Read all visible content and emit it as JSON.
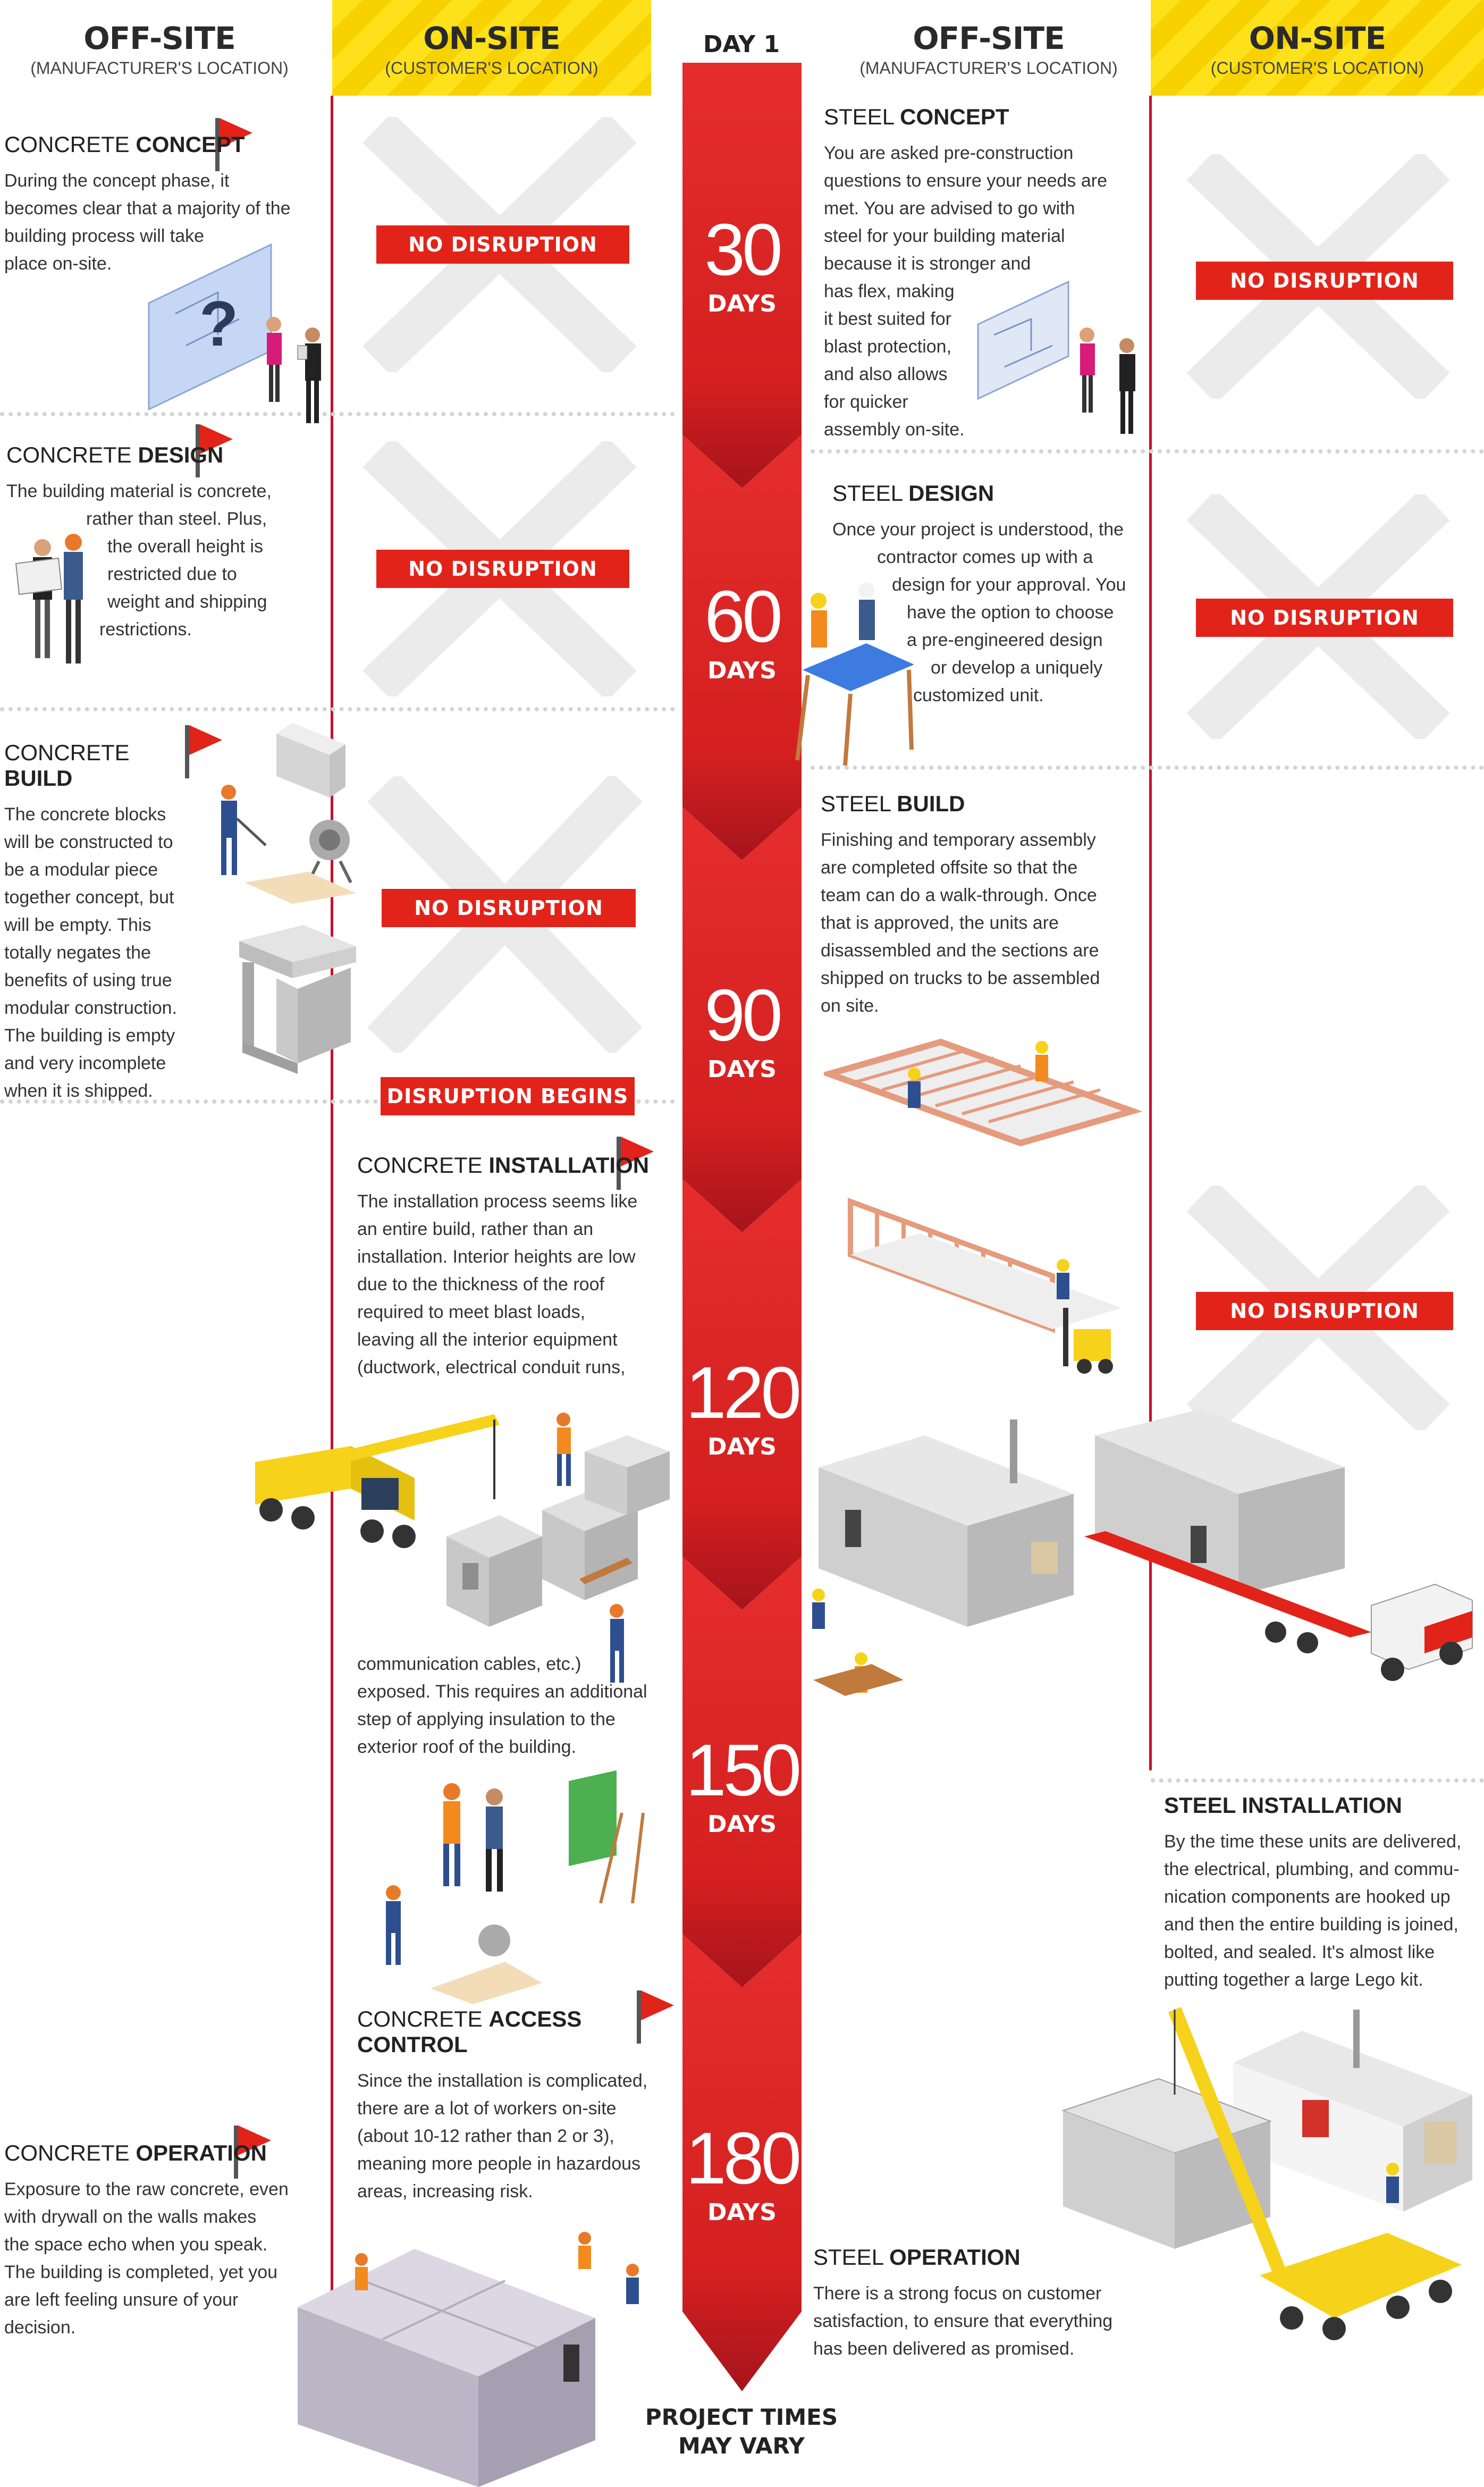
{
  "header": {
    "left_offsite_title": "OFF-SITE",
    "left_offsite_sub": "(MANUFACTURER'S LOCATION)",
    "left_onsite_title": "ON-SITE",
    "left_onsite_sub": "(CUSTOMER'S LOCATION)",
    "day1": "DAY 1",
    "right_offsite_title": "OFF-SITE",
    "right_offsite_sub": "(MANUFACTURER'S LOCATION)",
    "right_onsite_title": "ON-SITE",
    "right_onsite_sub": "(CUSTOMER'S LOCATION)"
  },
  "timeline": [
    {
      "number": "30",
      "unit": "DAYS"
    },
    {
      "number": "60",
      "unit": "DAYS"
    },
    {
      "number": "90",
      "unit": "DAYS"
    },
    {
      "number": "120",
      "unit": "DAYS"
    },
    {
      "number": "150",
      "unit": "DAYS"
    },
    {
      "number": "180",
      "unit": "DAYS"
    }
  ],
  "concrete": {
    "concept": {
      "prefix": "CONCRETE ",
      "bold": "CONCEPT",
      "text": [
        "During the concept phase, it",
        "becomes clear that a majority of the",
        "building process will take",
        "place on-site."
      ]
    },
    "design": {
      "prefix": "CONCRETE ",
      "bold": "DESIGN",
      "text": [
        "The building material is concrete,",
        "rather than steel. Plus,",
        "the overall height is",
        "restricted due to",
        "weight and shipping",
        "restrictions."
      ]
    },
    "build": {
      "prefix": "CONCRETE ",
      "bold": "BUILD",
      "text": [
        "The concrete blocks",
        "will be constructed to",
        "be a modular piece",
        "together concept, but",
        "will be empty. This",
        "totally negates the",
        "benefits of using true",
        "modular construction.",
        "The building is empty",
        "and very incomplete",
        "when it is shipped."
      ]
    },
    "installation": {
      "prefix": "CONCRETE ",
      "bold": "INSTALLATION",
      "text": [
        "The installation process seems like",
        "an entire build, rather than an",
        "installation. Interior heights are low",
        "due to the thickness of the roof",
        "required to meet blast loads,",
        "leaving all the interior equipment",
        "(ductwork, electrical conduit runs,"
      ],
      "text2": [
        "communication cables, etc.)",
        "exposed. This requires an additional",
        "step of applying insulation to the",
        "exterior roof of the building."
      ]
    },
    "access": {
      "prefix": "CONCRETE ",
      "bold": "ACCESS CONTROL",
      "text": [
        "Since the installation is complicated,",
        "there are a lot of workers on-site",
        "(about 10-12 rather than 2 or 3),",
        "meaning more people in hazardous",
        "areas, increasing risk."
      ]
    },
    "operation": {
      "prefix": "CONCRETE ",
      "bold": "OPERATION",
      "text": [
        "Exposure to the raw concrete, even",
        "with drywall on the walls makes",
        "the space echo when you speak.",
        "The building is completed, yet you",
        "are left feeling unsure of your",
        "decision."
      ]
    }
  },
  "steel": {
    "concept": {
      "prefix": "STEEL ",
      "bold": "CONCEPT",
      "text": [
        "You are asked pre-construction",
        "questions to ensure your needs are",
        "met. You are advised to go with",
        "steel for your building material",
        "because it is stronger and",
        "has flex, making",
        "it best suited for",
        "blast protection,",
        "and also allows",
        "for quicker",
        "assembly on-site."
      ]
    },
    "design": {
      "prefix": "STEEL ",
      "bold": "DESIGN",
      "text": [
        "Once your project is understood, the",
        "contractor comes up with a",
        "design for your approval. You",
        "have the option to choose",
        "a  pre-engineered design",
        "or develop a uniquely",
        "customized unit."
      ]
    },
    "build": {
      "prefix": "STEEL ",
      "bold": "BUILD",
      "text": [
        "Finishing and temporary assembly",
        "are completed offsite so that the",
        "team can do a walk-through. Once",
        "that is approved, the units are",
        "disassembled and the sections are",
        "shipped on trucks to be assembled",
        "on site."
      ]
    },
    "installation": {
      "prefix": "",
      "bold": "STEEL INSTALLATION",
      "text": [
        "By the time these units are delivered,",
        "the electrical, plumbing, and commu-",
        "nication components are hooked up",
        "and then the entire building is joined,",
        "bolted, and sealed. It's almost like",
        "putting together a large Lego kit."
      ]
    },
    "operation": {
      "prefix": "STEEL ",
      "bold": "OPERATION",
      "text": [
        "There is a strong focus on customer",
        "satisfaction, to ensure that everything",
        "has been delivered as promised."
      ]
    }
  },
  "badges": {
    "no_disruption": "NO DISRUPTION",
    "disruption_begins": "DISRUPTION BEGINS"
  },
  "footer": {
    "line1": "PROJECT TIMES",
    "line2": "MAY VARY"
  },
  "colors": {
    "accent_red": "#e2231a",
    "timeline_red": "#c8102e",
    "header_yellow": "#fde21b",
    "x_gray": "#e6e6e6"
  }
}
